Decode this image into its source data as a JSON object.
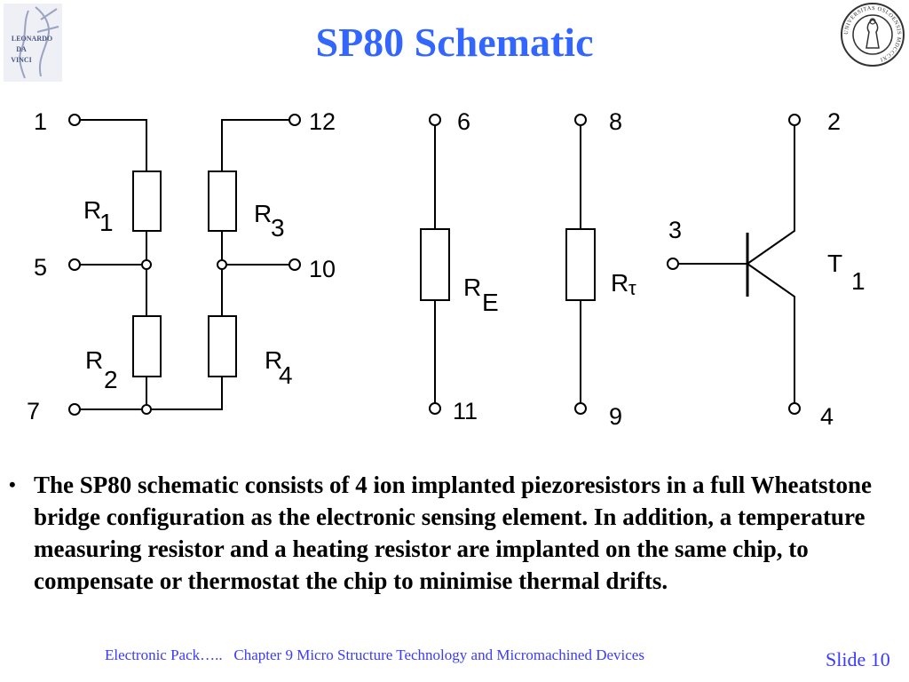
{
  "title": "SP80 Schematic",
  "logos": {
    "left_text": [
      "LEONARDO",
      "DA",
      "VINCI"
    ],
    "right_text": "UNIVERSITAS OSLOENSIS MDCCCXI"
  },
  "schematic": {
    "bridge": {
      "pins": [
        "1",
        "12",
        "5",
        "10",
        "7"
      ],
      "resistors": [
        {
          "letter": "R",
          "sub": "1"
        },
        {
          "letter": "R",
          "sub": "3"
        },
        {
          "letter": "R",
          "sub": "2"
        },
        {
          "letter": "R",
          "sub": "4"
        }
      ]
    },
    "heater": {
      "pins": [
        "6",
        "11"
      ],
      "letter": "R",
      "sub": "E"
    },
    "temp_sensor": {
      "pins": [
        "8",
        "9"
      ],
      "letter": "R",
      "sub": "τ"
    },
    "transistor": {
      "pins": [
        "2",
        "3",
        "4"
      ],
      "letter": "T",
      "sub": "1"
    }
  },
  "body": {
    "bullet": "•",
    "text": "The SP80 schematic consists of 4 ion implanted piezoresistors in a full Wheatstone bridge configuration as the electronic sensing element. In addition, a temperature measuring resistor and a heating resistor are implanted on the same chip, to compensate or thermostat the chip to minimise thermal drifts."
  },
  "footer": {
    "left": "Electronic Pack…..",
    "chapter": "Chapter 9 Micro Structure Technology and Micromachined Devices",
    "slide": "Slide 10"
  },
  "colors": {
    "accent": "#3366ff",
    "footer": "#3a3aff",
    "line": "#000000"
  }
}
